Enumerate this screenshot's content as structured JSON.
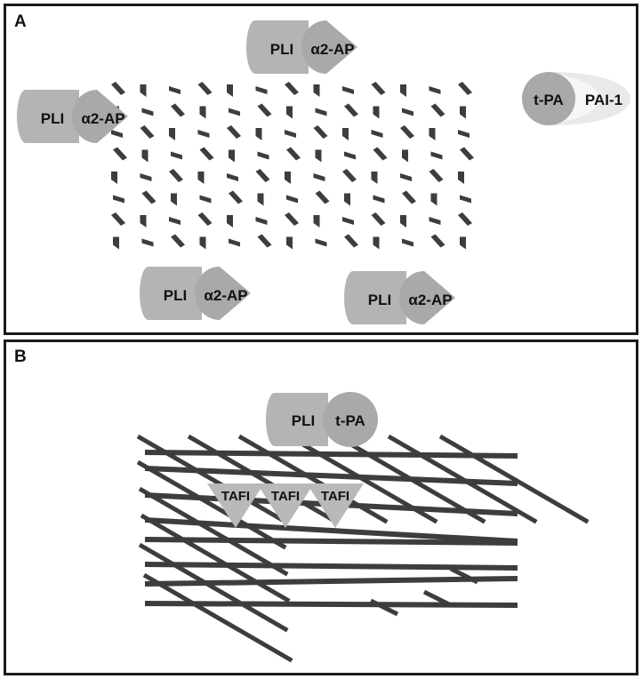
{
  "panels": [
    {
      "label": "A",
      "complexes": [
        {
          "left_text": "PLI",
          "right_text": "α2-AP"
        },
        {
          "left_text": "PLI",
          "right_text": "α2-AP"
        },
        {
          "left_text": "PLI",
          "right_text": "α2-AP"
        },
        {
          "left_text": "PLI",
          "right_text": "α2-AP"
        },
        {
          "left_text": "t-PA",
          "right_text": "PAI-1"
        }
      ]
    },
    {
      "label": "B",
      "complexes": [
        {
          "left_text": "PLI",
          "right_text": "t-PA"
        }
      ],
      "tafi": [
        "TAFI",
        "TAFI",
        "TAFI"
      ]
    }
  ],
  "colors": {
    "fiber": "#3d3d3d",
    "cylinder": "#b4b4b4",
    "cylinder_shade": "#d6d6d6",
    "head": "#a9a9a9",
    "pai_shell": "#e9e9e9",
    "tafi": "#b9b9b9",
    "border": "#1a1a1a",
    "text": "#111111"
  }
}
